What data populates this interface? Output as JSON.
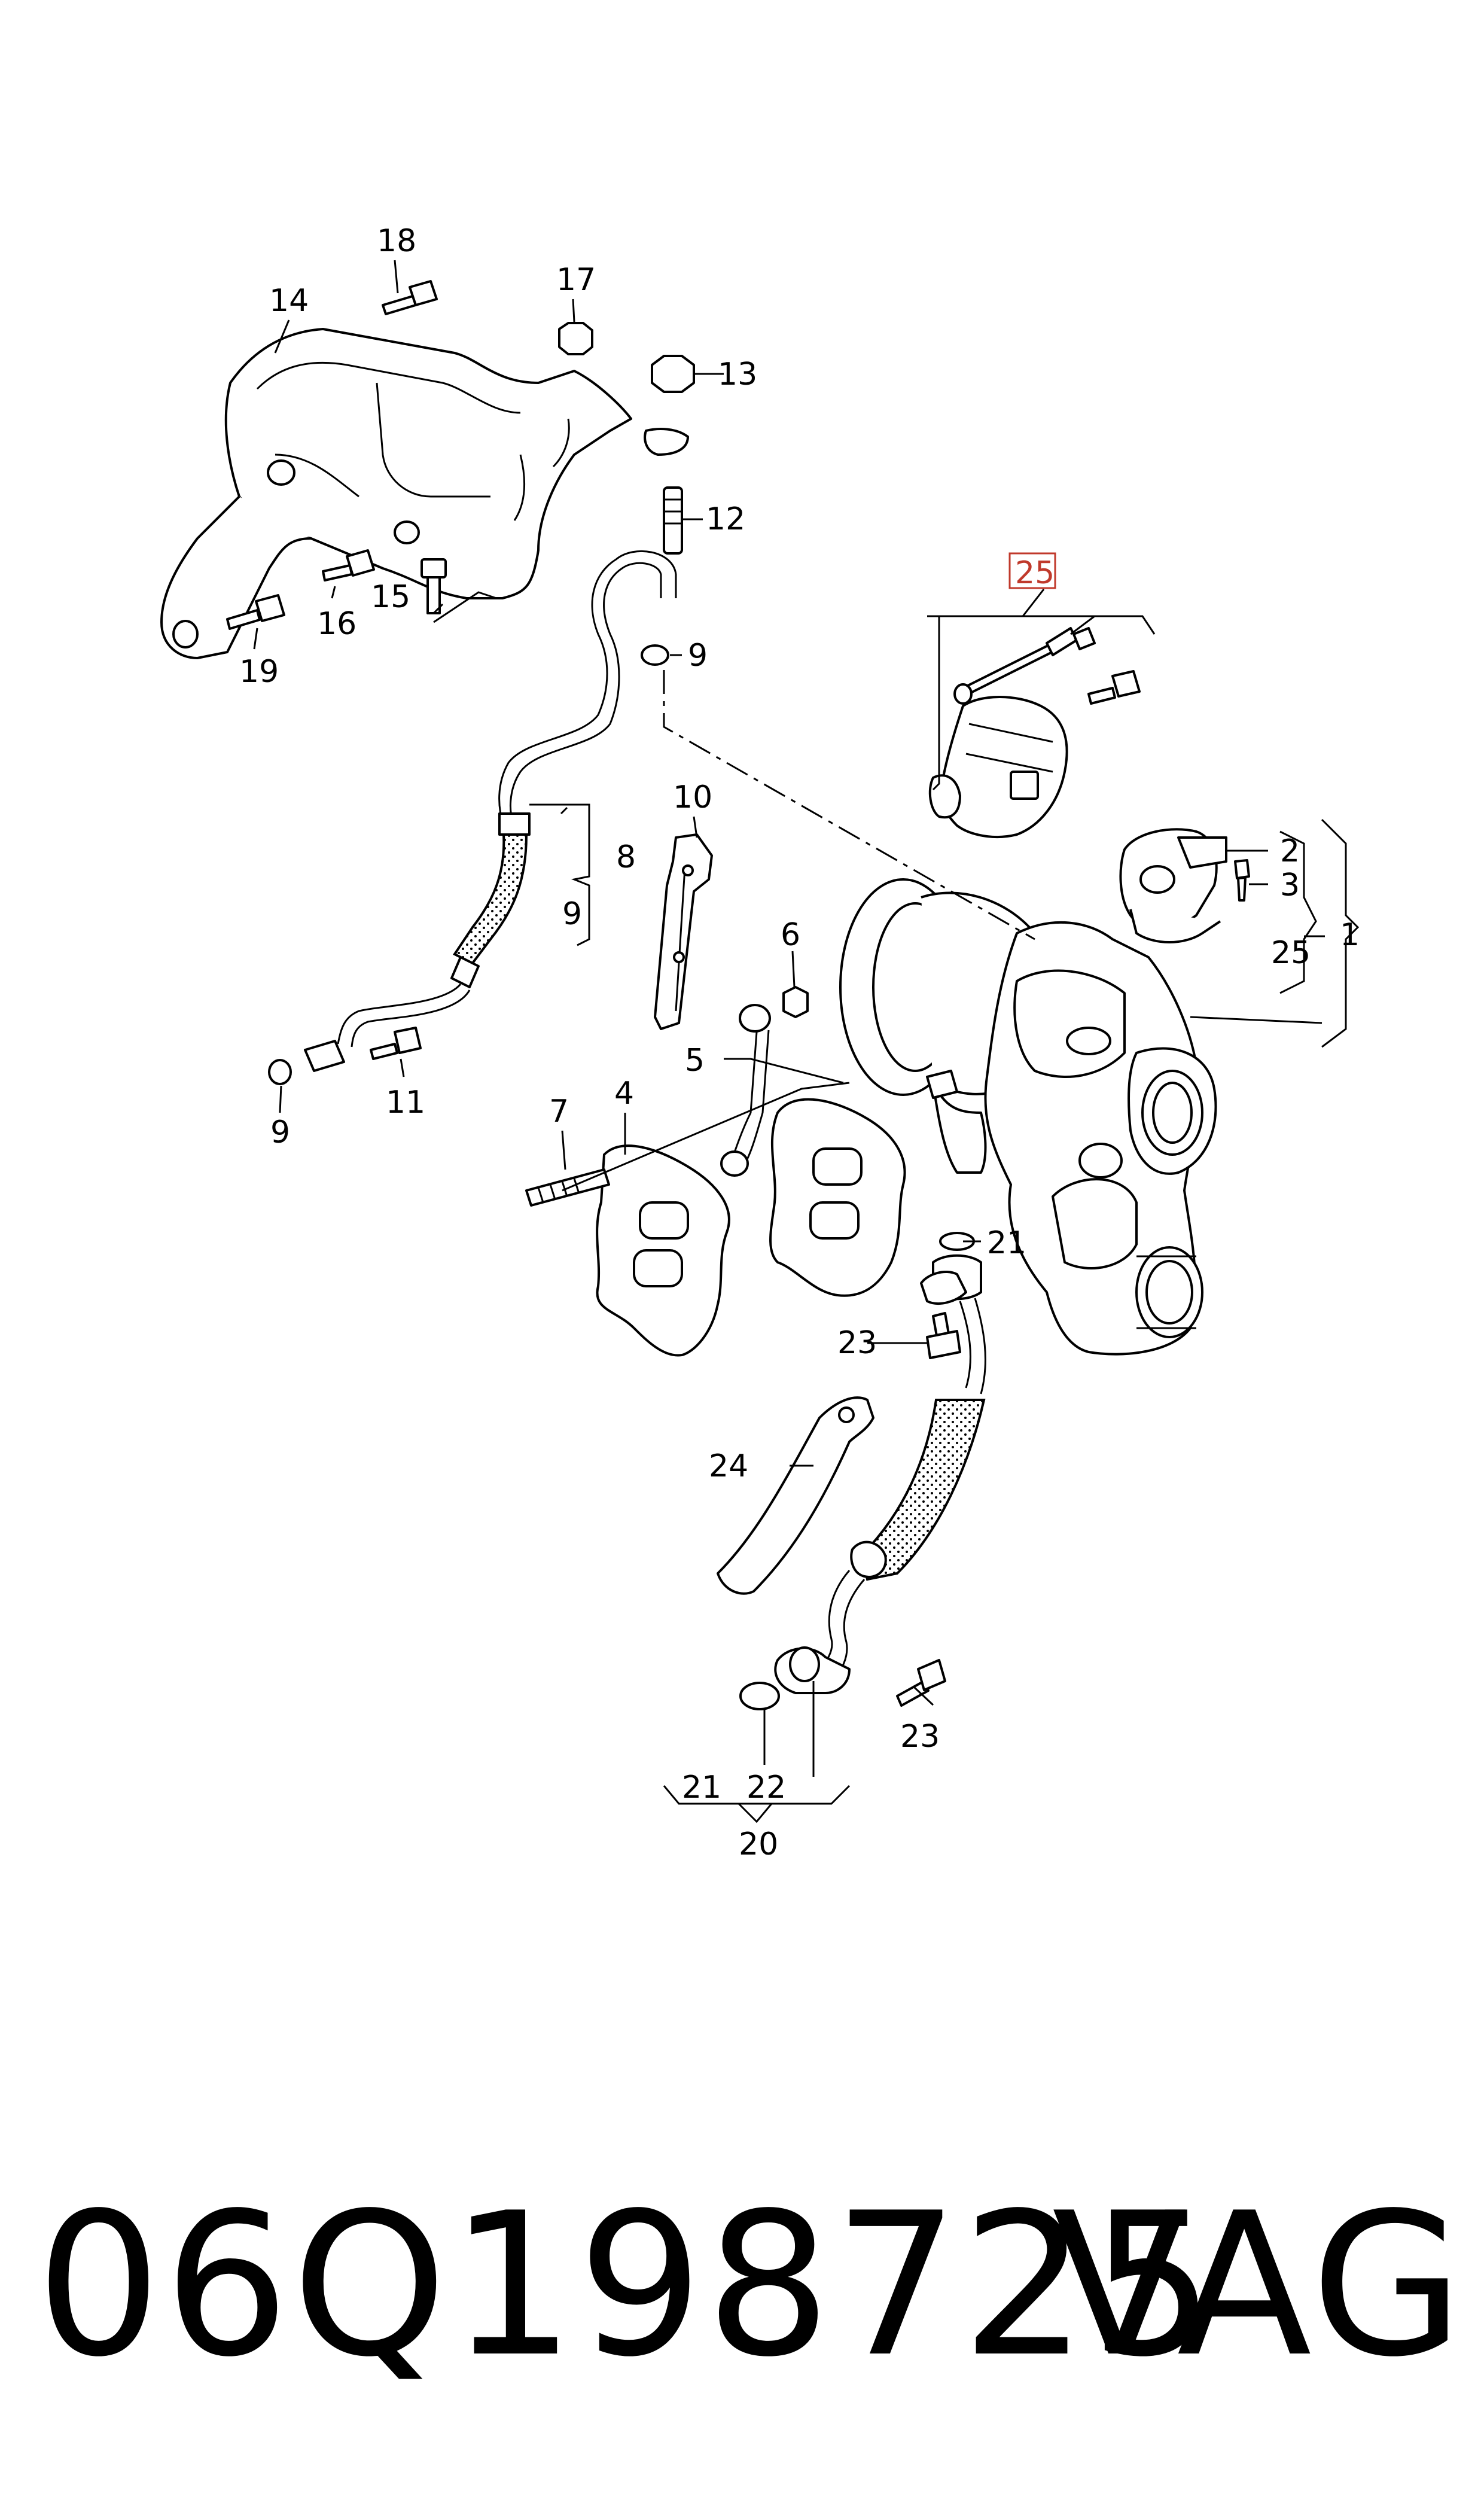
{
  "callouts": {
    "c1": "1",
    "c2": "2",
    "c3": "3",
    "c4": "4",
    "c5": "5",
    "c6": "6",
    "c7": "7",
    "c8": "8",
    "c9a": "9",
    "c9b": "9",
    "c9c": "9",
    "c10": "10",
    "c11": "11",
    "c12": "12",
    "c13": "13",
    "c14": "14",
    "c15": "15",
    "c16": "16",
    "c17": "17",
    "c18": "18",
    "c19": "19",
    "c20": "20",
    "c21a": "21",
    "c21b": "21",
    "c22": "22",
    "c23a": "23",
    "c23b": "23",
    "c24": "24",
    "c25a": "25",
    "c25b": "25"
  },
  "highlight_color": "#c0392b",
  "footer": {
    "part_number": "06Q198725",
    "brand": "VAG"
  }
}
